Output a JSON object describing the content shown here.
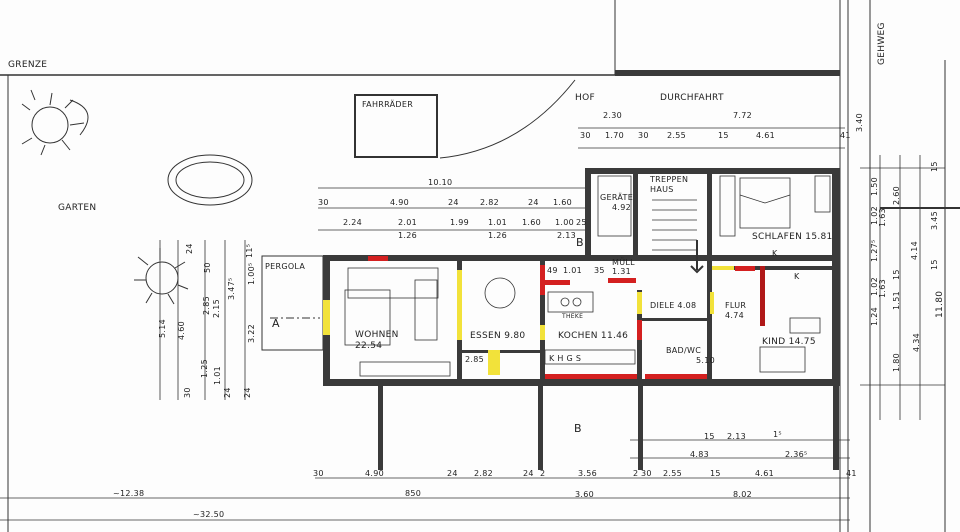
{
  "colors": {
    "wall": "#3a3a3a",
    "opening_red": "#d42020",
    "opening_yellow": "#f2e23a",
    "line": "#333333"
  },
  "site": {
    "boundary": "GRENZE",
    "sidewalk": "GEHWEG",
    "garden": "GARTEN",
    "courtyard": "HOF",
    "driveway": "DURCHFAHRT",
    "bikes": "FAHRRÄDER",
    "pergola": "PERGOLA",
    "section_a": "A",
    "section_b": "B"
  },
  "rooms": {
    "geraete": {
      "name": "GERÄTE",
      "area": "4.92"
    },
    "treppenhaus": {
      "name1": "TREPPEN",
      "name2": "HAUS"
    },
    "schlafen": {
      "name": "SCHLAFEN 15.81"
    },
    "wohnen": {
      "name": "WOHNEN",
      "area": "22.54"
    },
    "essen": {
      "name": "ESSEN 9.80"
    },
    "kochen": {
      "name": "KOCHEN 11.46"
    },
    "diele": {
      "name": "DIELE 4.08"
    },
    "flur": {
      "name": "FLUR",
      "area": "4.74"
    },
    "kind": {
      "name": "KIND 14.75"
    },
    "bad": {
      "name": "BAD/WC",
      "area": "5.10"
    },
    "muell": {
      "name": "MÜLL",
      "area": "1.31"
    },
    "theke": "THEKE",
    "wc_small": "2.85",
    "appliances": "K  H  G  S",
    "k1": "K",
    "k2": "K"
  },
  "dims": {
    "top": [
      "2.30",
      "7.72",
      "30",
      "1.70",
      "30",
      "2.55",
      "15",
      "4.61",
      "41",
      "3.40"
    ],
    "north": [
      "10.10",
      "30",
      "4.90",
      "24",
      "2.82",
      "24",
      "1.60",
      "2.24",
      "2.01",
      "1.26",
      "1.99",
      "1.01",
      "1.26",
      "1.60",
      "1.00",
      "2.13",
      "25",
      "49",
      "1.01",
      "35"
    ],
    "bottom": [
      "15",
      "2.13",
      "1⁵",
      "4.83",
      "2.36⁵",
      "30",
      "4.90",
      "24",
      "2.82",
      "24",
      "2",
      "3.56",
      "2",
      "30",
      "2.55",
      "15",
      "4.61",
      "41",
      "~12.38",
      "850",
      "3.60",
      "8.02",
      "~32.50"
    ],
    "left": [
      "5.14",
      "4.60",
      "2.85",
      "2.15",
      "3.47⁵",
      "3.22",
      "1.00⁵",
      "1.25",
      "1.01",
      "24",
      "30",
      "24",
      "24",
      "11⁵",
      "50"
    ],
    "right": [
      "1.50",
      "2.60",
      "3.45",
      "4.14",
      "1.02",
      "1.63",
      "1.27⁵",
      "1.02",
      "1.63",
      "1.24",
      "1.51",
      "4.34",
      "1.80",
      "11.80",
      "15",
      "15",
      "15"
    ]
  }
}
